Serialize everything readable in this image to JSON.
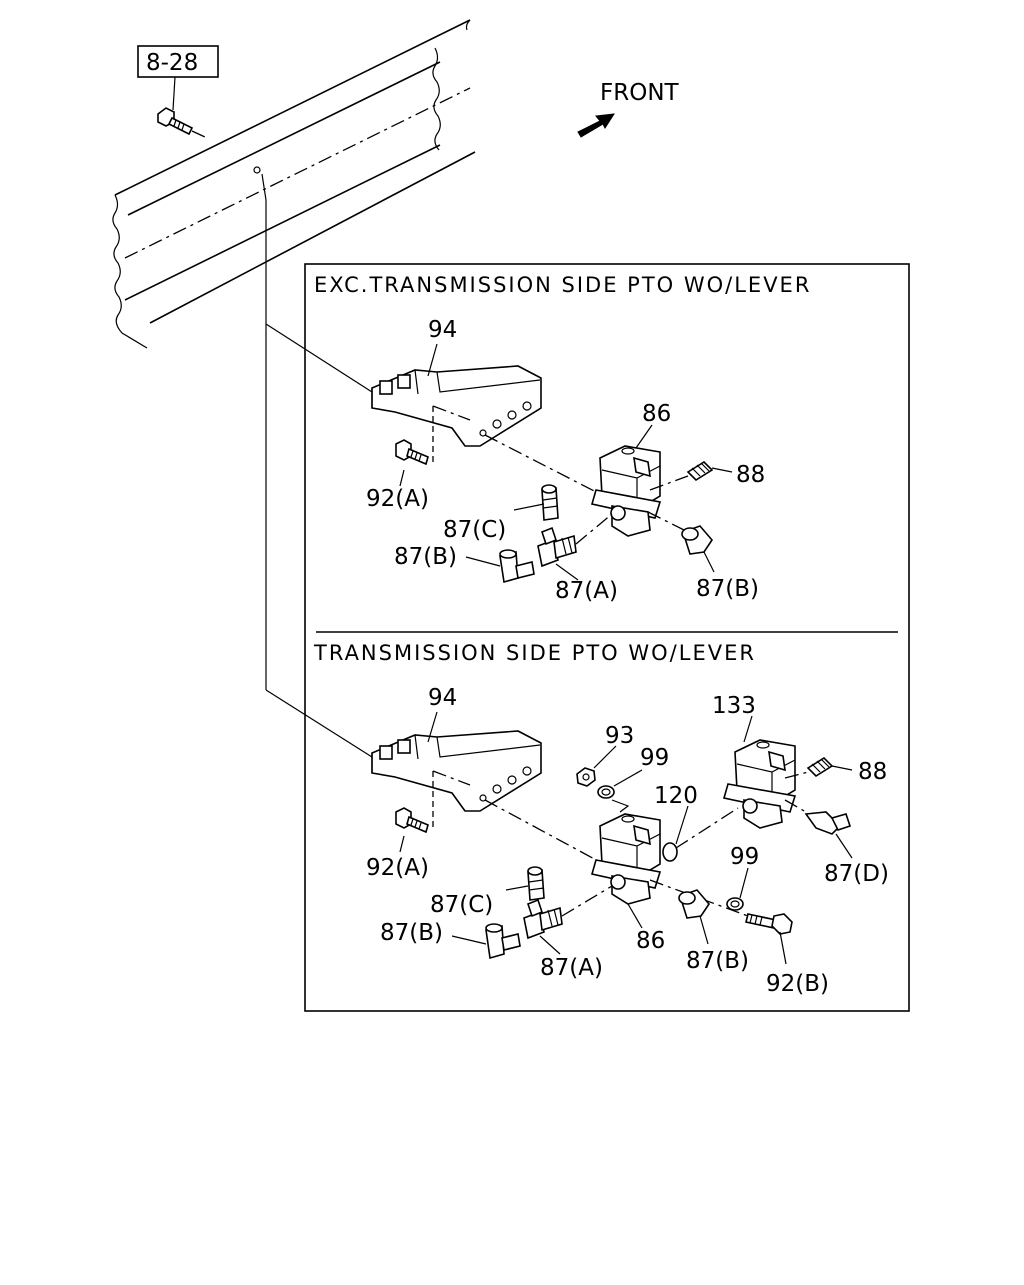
{
  "reference_box": "8-28",
  "direction_label": "FRONT",
  "panels": [
    {
      "title": "EXC.TRANSMISSION SIDE PTO WO/LEVER",
      "labels": [
        "94",
        "86",
        "88",
        "92(A)",
        "87(C)",
        "87(B)",
        "87(A)",
        "87(B)"
      ]
    },
    {
      "title": "TRANSMISSION SIDE PTO WO/LEVER",
      "labels": [
        "94",
        "133",
        "93",
        "99",
        "120",
        "88",
        "92(A)",
        "87(D)",
        "99",
        "87(C)",
        "87(B)",
        "86",
        "87(A)",
        "87(B)",
        "92(B)"
      ]
    }
  ]
}
